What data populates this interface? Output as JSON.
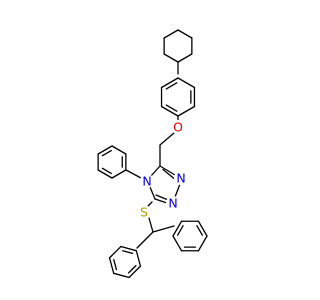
{
  "molecule": {
    "name": "",
    "atoms": {
      "O": {
        "symbol": "O",
        "color": "#e60000"
      },
      "N4": {
        "symbol": "N",
        "color": "#0000e6"
      },
      "N1": {
        "symbol": "N",
        "color": "#0000e6"
      },
      "N2": {
        "symbol": "N",
        "color": "#0000e6"
      },
      "S": {
        "symbol": "S",
        "color": "#b3a100"
      }
    },
    "bond_color": "#000000"
  }
}
